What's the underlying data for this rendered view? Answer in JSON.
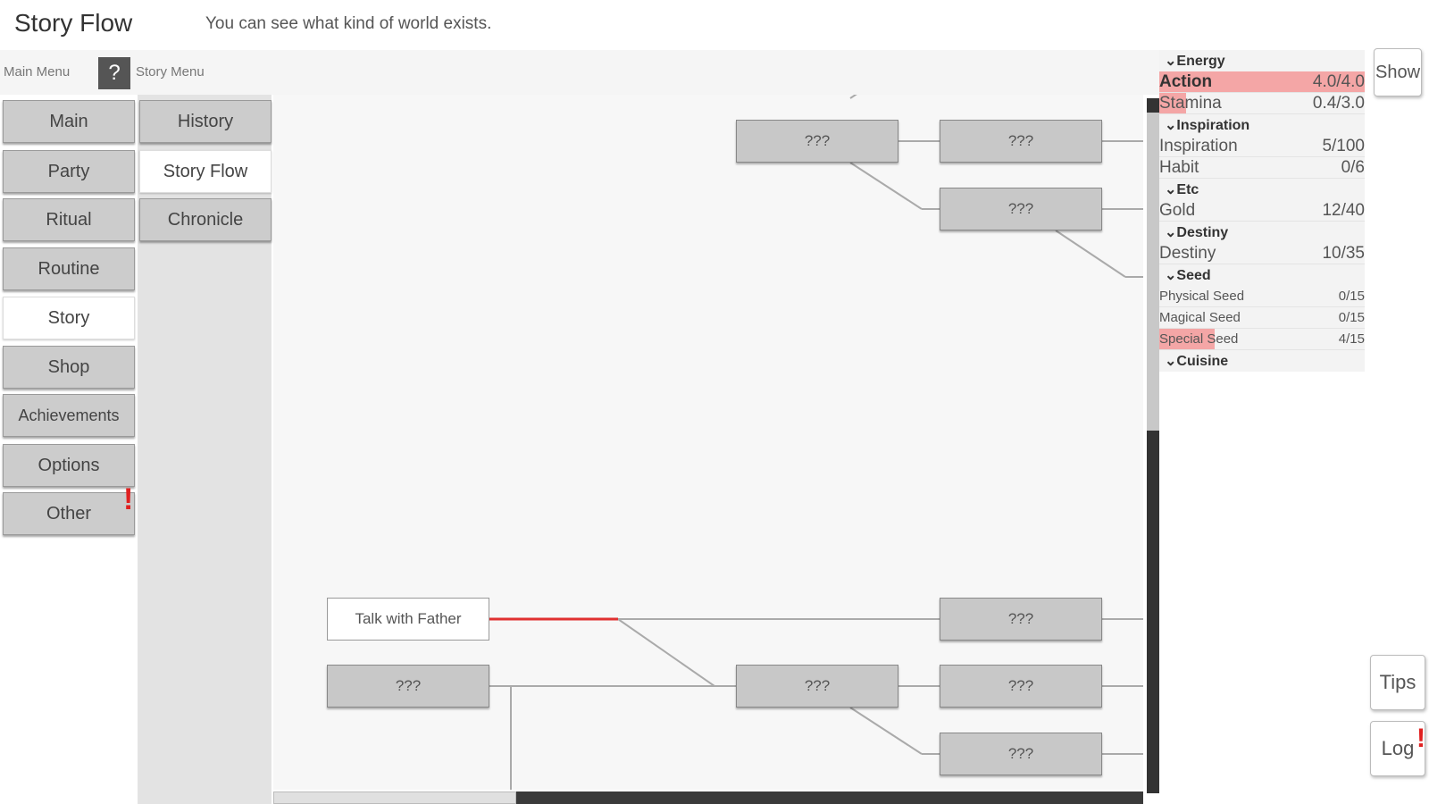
{
  "header": {
    "title": "Story Flow",
    "subtitle": "You can see what kind of world exists."
  },
  "menus": {
    "main_label": "Main Menu",
    "help_label": "?",
    "story_label": "Story Menu"
  },
  "main_menu": [
    {
      "label": "Main",
      "active": false
    },
    {
      "label": "Party",
      "active": false
    },
    {
      "label": "Ritual",
      "active": false
    },
    {
      "label": "Routine",
      "active": false
    },
    {
      "label": "Story",
      "active": true
    },
    {
      "label": "Shop",
      "active": false
    },
    {
      "label": "Achievements",
      "active": false
    },
    {
      "label": "Options",
      "active": false
    },
    {
      "label": "Other",
      "active": false,
      "alert": "!"
    }
  ],
  "story_menu": [
    {
      "label": "History",
      "active": false
    },
    {
      "label": "Story Flow",
      "active": true
    },
    {
      "label": "Chronicle",
      "active": false
    }
  ],
  "flow_nodes": [
    {
      "id": "n1",
      "label": "???",
      "known": false
    },
    {
      "id": "n2",
      "label": "???",
      "known": false
    },
    {
      "id": "n3",
      "label": "???",
      "known": false
    },
    {
      "id": "n4",
      "label": "Talk with Father",
      "known": true
    },
    {
      "id": "n5",
      "label": "???",
      "known": false
    },
    {
      "id": "n6",
      "label": "???",
      "known": false
    },
    {
      "id": "n7",
      "label": "???",
      "known": false
    },
    {
      "id": "n8",
      "label": "???",
      "known": false
    },
    {
      "id": "n9",
      "label": "???",
      "known": false
    }
  ],
  "resources": {
    "energy": {
      "header": "⌄Energy",
      "action": {
        "name": "Action",
        "value": "4.0/4.0",
        "fill": 1.0
      },
      "stamina": {
        "name": "Stamina",
        "value": "0.4/3.0",
        "fill": 0.13
      }
    },
    "inspiration": {
      "header": "⌄Inspiration",
      "inspiration": {
        "name": "Inspiration",
        "value": "5/100"
      },
      "habit": {
        "name": "Habit",
        "value": "0/6"
      }
    },
    "etc": {
      "header": "⌄Etc",
      "gold": {
        "name": "Gold",
        "value": "12/40"
      }
    },
    "destiny": {
      "header": "⌄Destiny",
      "destiny": {
        "name": "Destiny",
        "value": "10/35"
      }
    },
    "seed": {
      "header": "⌄Seed",
      "physical": {
        "name": "Physical Seed",
        "value": "0/15"
      },
      "magical": {
        "name": "Magical Seed",
        "value": "0/15"
      },
      "special": {
        "name": "Special Seed",
        "value": "4/15",
        "fill": 0.27
      }
    },
    "cuisine": {
      "header": "⌄Cuisine"
    }
  },
  "side_buttons": {
    "show": "Show",
    "tips": "Tips",
    "log": "Log",
    "log_alert": "!"
  },
  "colors": {
    "highlight_edge": "#e03030",
    "resource_fill": "#f4a6a6",
    "alert": "#e02020"
  }
}
